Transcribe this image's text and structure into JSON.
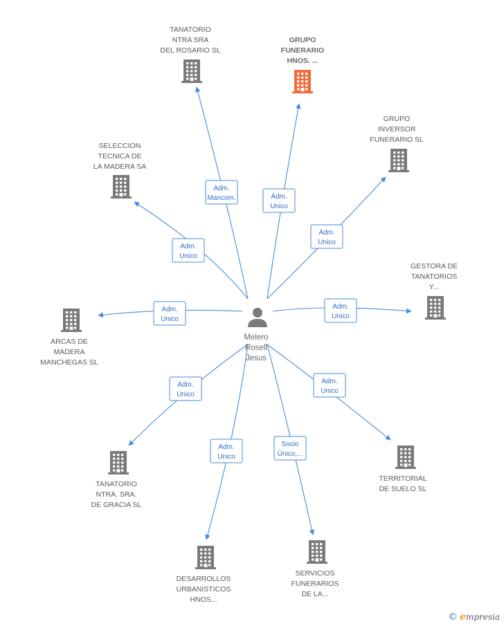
{
  "center": {
    "id": "person",
    "label": [
      "Melero",
      "Rosell",
      "Jesus"
    ],
    "icon": "person-icon"
  },
  "nodes": [
    {
      "id": "tanatorio-rosario",
      "label": [
        "TANATORIO",
        "NTRA SRA",
        "DEL ROSARIO SL"
      ],
      "icon": "building-icon",
      "highlight": false
    },
    {
      "id": "grupo-funerario",
      "label": [
        "GRUPO",
        "FUNERARIO",
        "HNOS. ..."
      ],
      "icon": "building-icon",
      "highlight": true
    },
    {
      "id": "grupo-inversor",
      "label": [
        "GRUPO",
        "INVERSOR",
        "FUNERARIO SL"
      ],
      "icon": "building-icon",
      "highlight": false
    },
    {
      "id": "seleccion-tecnica",
      "label": [
        "SELECCION",
        "TECNICA DE",
        "LA MADERA SA"
      ],
      "icon": "building-icon",
      "highlight": false
    },
    {
      "id": "gestora-tanatorios",
      "label": [
        "GESTORA DE",
        "TANATORIOS",
        "Y..."
      ],
      "icon": "building-icon",
      "highlight": false
    },
    {
      "id": "arcas-madera",
      "label": [
        "ARCAS DE",
        "MADERA",
        "MANCHEGAS SL"
      ],
      "icon": "building-icon",
      "highlight": false
    },
    {
      "id": "tanatorio-gracia",
      "label": [
        "TANATORIO",
        "NTRA.  SRA.",
        "DE GRACIA SL"
      ],
      "icon": "building-icon",
      "highlight": false
    },
    {
      "id": "territorial-suelo",
      "label": [
        "TERRITORIAL",
        "DE SUELO  SL"
      ],
      "icon": "building-icon",
      "highlight": false
    },
    {
      "id": "desarrollos",
      "label": [
        "DESARROLLOS",
        "URBANISTICOS",
        "HNOS..."
      ],
      "icon": "building-icon",
      "highlight": false
    },
    {
      "id": "servicios-funerarios",
      "label": [
        "SERVICIOS",
        "FUNERARIOS",
        "DE LA..."
      ],
      "icon": "building-icon",
      "highlight": false
    }
  ],
  "edges": [
    {
      "to": "tanatorio-rosario",
      "label": [
        "Adm.",
        "Mancom."
      ]
    },
    {
      "to": "grupo-funerario",
      "label": [
        "Adm.",
        "Unico"
      ]
    },
    {
      "to": "grupo-inversor",
      "label": [
        "Adm.",
        "Unico"
      ]
    },
    {
      "to": "seleccion-tecnica",
      "label": [
        "Adm.",
        "Unico"
      ]
    },
    {
      "to": "gestora-tanatorios",
      "label": [
        "Adm.",
        "Unico"
      ]
    },
    {
      "to": "arcas-madera",
      "label": [
        "Adm.",
        "Unico"
      ]
    },
    {
      "to": "tanatorio-gracia",
      "label": [
        "Adm.",
        "Unico"
      ]
    },
    {
      "to": "territorial-suelo",
      "label": [
        "Adm.",
        "Unico"
      ]
    },
    {
      "to": "desarrollos",
      "label": [
        "Adm.",
        "Unico"
      ]
    },
    {
      "to": "servicios-funerarios",
      "label": [
        "Socio",
        "Único,..."
      ]
    }
  ],
  "colors": {
    "edge": "#4a8ad8",
    "building": "#7a7a7a",
    "highlight": "#f26b3a",
    "person": "#7a7a7a"
  },
  "watermark": {
    "symbol": "©",
    "initial": "e",
    "text": "mpresia"
  }
}
